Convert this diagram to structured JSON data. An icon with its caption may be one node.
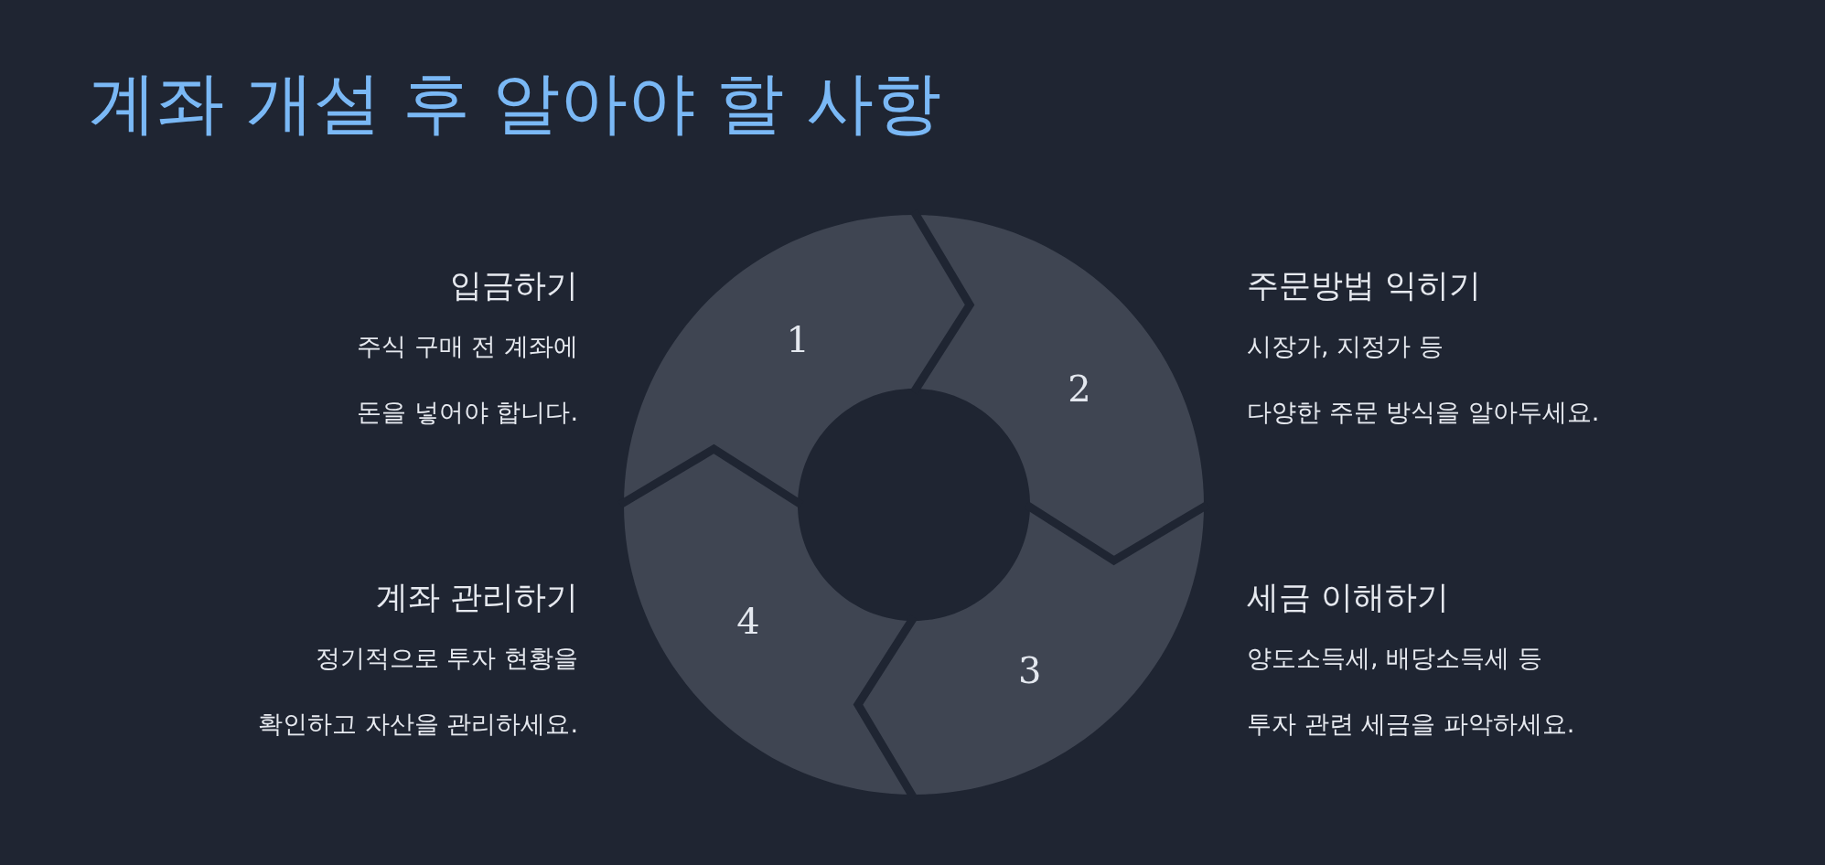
{
  "diagram": {
    "title": "계좌 개설 후 알아야 할 사항",
    "nodes": [
      {
        "text": [
          "1"
        ],
        "beside": [
          "입금하기",
          "주식 구매 전 계좌에 돈을 넣어야 합니다."
        ]
      },
      {
        "text": [
          "2"
        ],
        "beside": [
          "주문방법 익히기",
          "시장가, 지정가 등 다양한 주문 방식을 알아두세요."
        ]
      },
      {
        "text": [
          "3"
        ],
        "beside": [
          "세금 이해하기",
          "양도소득세, 배당소득세 등 투자 관련 세금을 파악하세요."
        ]
      },
      {
        "text": [
          "4"
        ],
        "beside": [
          "계좌 관리하기",
          "정기적으로 투자 현황을 확인하고 자산을 관리하세요."
        ]
      }
    ]
  }
}
